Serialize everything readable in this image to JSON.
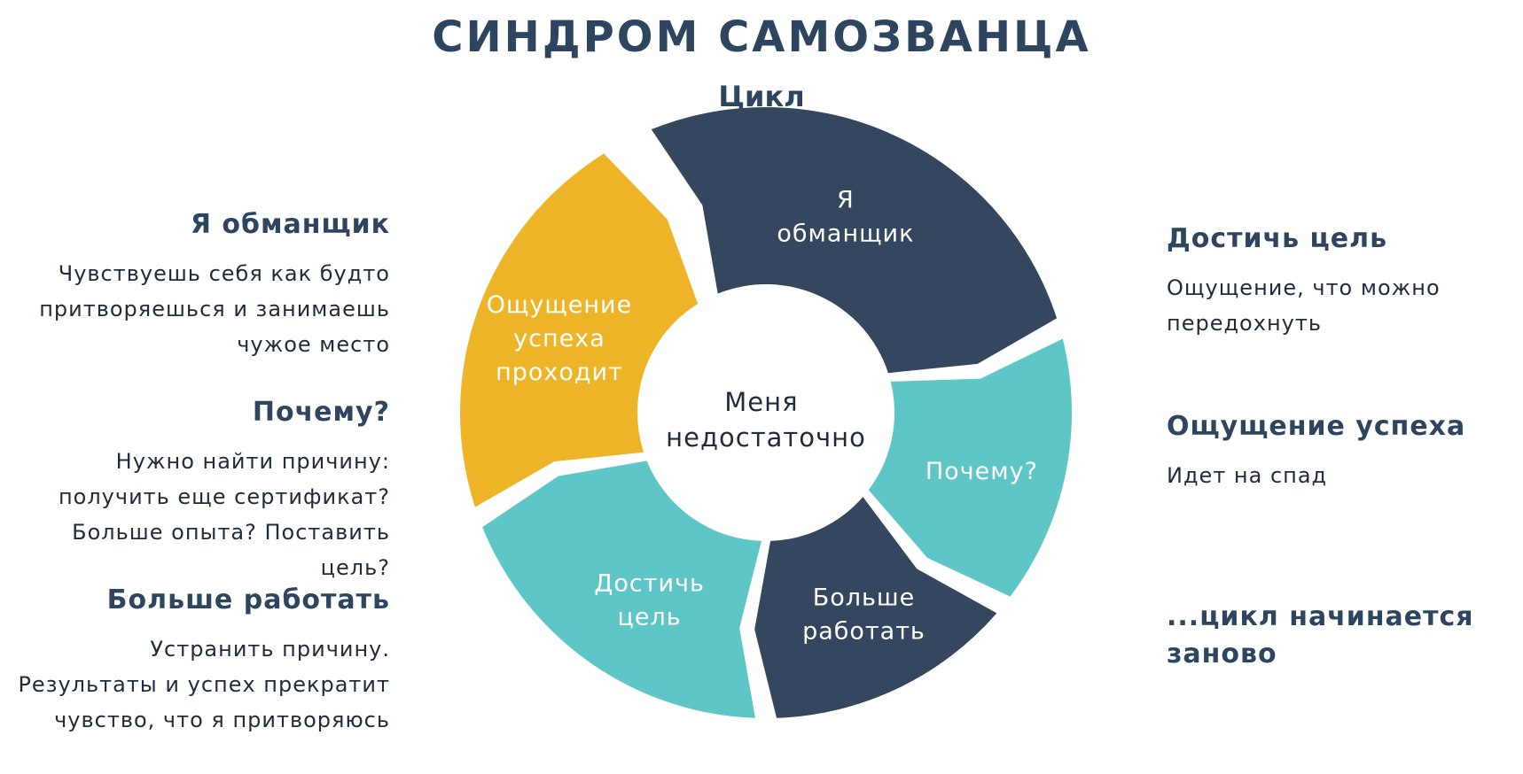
{
  "title": "СИНДРОМ САМОЗВАНЦА",
  "subtitle": "Цикл",
  "colors": {
    "navy": "#34475e",
    "teal": "#5ec6c6",
    "yellow": "#ecb426",
    "text": "#2e4560"
  },
  "cycle": {
    "center_lines": [
      "Меня",
      "недостаточно"
    ],
    "segments": [
      {
        "lines": [
          "Я",
          "обманщик"
        ],
        "color": "#34475e"
      },
      {
        "lines": [
          "Почему?"
        ],
        "color": "#5ec6c6"
      },
      {
        "lines": [
          "Больше",
          "работать"
        ],
        "color": "#34475e"
      },
      {
        "lines": [
          "Достичь",
          "цель"
        ],
        "color": "#5ec6c6"
      },
      {
        "lines": [
          "Ощущение",
          "успеха",
          "проходит"
        ],
        "color": "#ecb426"
      }
    ]
  },
  "left_blocks": [
    {
      "heading": "Я обманщик",
      "text": "Чувствуешь себя как будто притворяешься и занимаешь чужое место"
    },
    {
      "heading": "Почему?",
      "text": "Нужно найти причину: получить еще сертификат? Больше опыта? Поставить цель?"
    },
    {
      "heading": "Больше работать",
      "text": "Устранить причину. Результаты и успех прекратит чувство, что я притворяюсь"
    }
  ],
  "right_blocks": [
    {
      "heading": "Достичь цель",
      "text": "Ощущение, что можно передохнуть"
    },
    {
      "heading": "Ощущение успеха",
      "text": "Идет на спад"
    },
    {
      "heading": "...цикл начинается заново",
      "text": ""
    }
  ]
}
